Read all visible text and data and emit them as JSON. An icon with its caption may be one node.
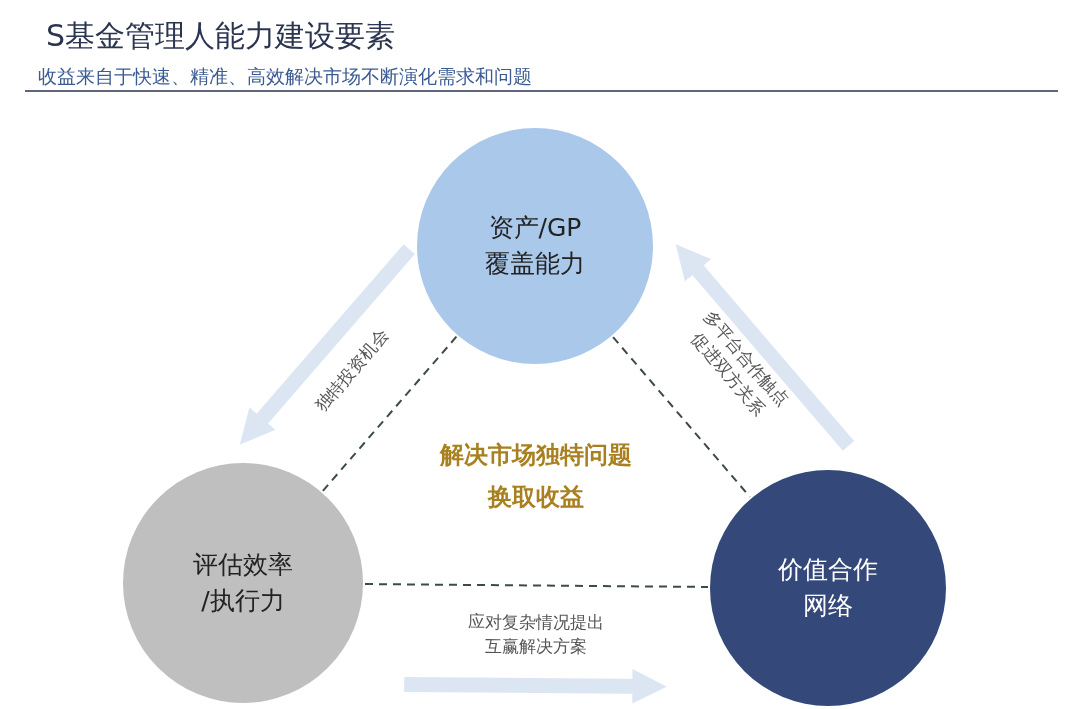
{
  "diagram": {
    "title": "S基金管理人能力建设要素",
    "nodes": [
      {
        "text": [
          "资产/GP覆盖能力"
        ]
      },
      {
        "text": [
          "评估效率/执行力"
        ]
      },
      {
        "text": [
          "价值合作网络"
        ]
      }
    ],
    "edges": [
      {
        "from": 0,
        "to": 1,
        "arrow": "to",
        "label": "独特投资机会",
        "style": "thick",
        "color": "#dce6f3"
      },
      {
        "from": 2,
        "to": 0,
        "arrow": "to",
        "label": "多平台合作触点促进双方关系",
        "style": "thick",
        "color": "#dce6f3"
      },
      {
        "from": 1,
        "to": 2,
        "arrow": "to",
        "label": "应对复杂情况提出互赢解决方案",
        "style": "thick",
        "color": "#dce6f3"
      },
      {
        "from": 0,
        "to": 1,
        "arrow": "none",
        "style": "dashed",
        "color": "#3d4a4a"
      },
      {
        "from": 0,
        "to": 2,
        "arrow": "none",
        "style": "dashed",
        "color": "#3d4a4a"
      },
      {
        "from": 1,
        "to": 2,
        "arrow": "none",
        "style": "dashed",
        "color": "#3d4a4a"
      }
    ],
    "labels": [
      "收益来自于快速、精准、高效解决市场不断演化需求和问题",
      "解决市场独特问题",
      "换取收益"
    ]
  }
}
